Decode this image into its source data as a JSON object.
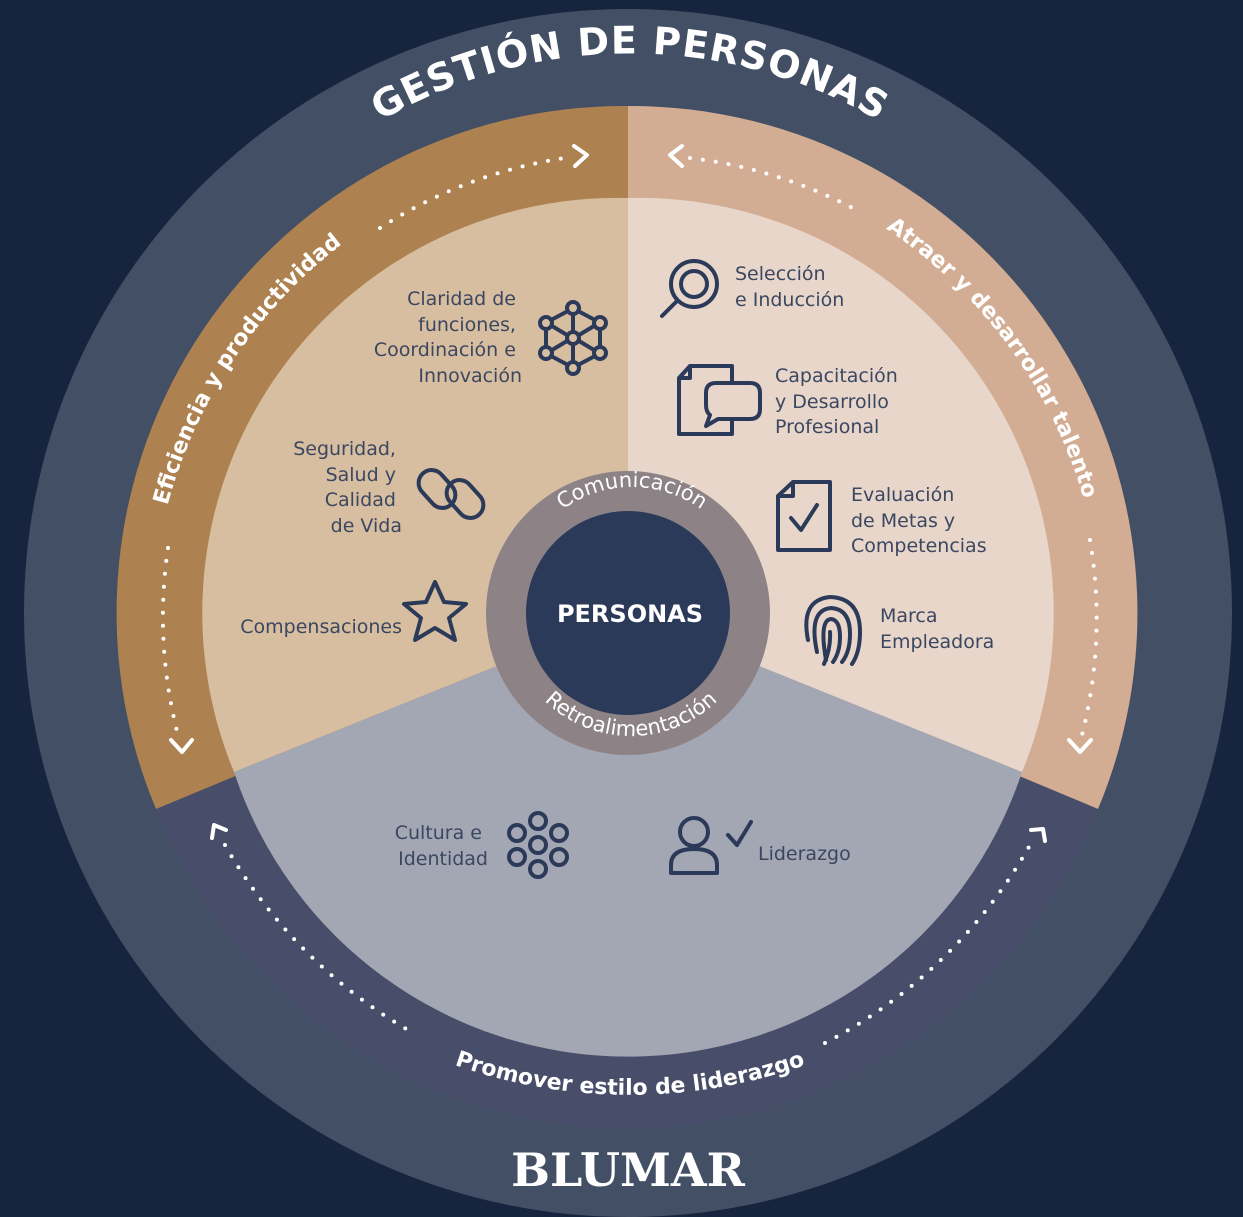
{
  "title": "GESTIÓN DE PERSONAS",
  "brand": "BLUMAR",
  "center": {
    "label": "PERSONAS",
    "ring_top": "Comunicación",
    "ring_bottom": "Retroalimentación"
  },
  "colors": {
    "background": "#17243d",
    "outer_ring": "#424f65",
    "band_left": "#ad8150",
    "band_right": "#d2ad94",
    "band_bottom": "#484d69",
    "sector_left": "#d7bea0",
    "sector_right": "#e8d6ca",
    "sector_bottom": "#a3a6b3",
    "center_ring": "#8d8386",
    "center_core": "#2c3a59",
    "icon_stroke": "#2c3a59"
  },
  "segments": {
    "left": {
      "arc_label": "Eficiencia y productividad",
      "items": [
        {
          "icon": "network-nodes-icon",
          "lines": [
            "Claridad de",
            "funciones,",
            "Coordinación e",
            "Innovación"
          ]
        },
        {
          "icon": "chain-link-icon",
          "lines": [
            "Seguridad,",
            "Salud y",
            "Calidad",
            "de Vida"
          ]
        },
        {
          "icon": "star-icon",
          "lines": [
            "Compensaciones"
          ]
        }
      ]
    },
    "right": {
      "arc_label": "Atraer y desarrollar talento",
      "items": [
        {
          "icon": "magnifier-icon",
          "lines": [
            "Selección",
            "e Inducción"
          ]
        },
        {
          "icon": "document-chat-icon",
          "lines": [
            "Capacitación",
            "y Desarrollo",
            "Profesional"
          ]
        },
        {
          "icon": "checklist-document-icon",
          "lines": [
            "Evaluación",
            "de Metas y",
            "Competencias"
          ]
        },
        {
          "icon": "fingerprint-icon",
          "lines": [
            "Marca",
            "Empleadora"
          ]
        }
      ]
    },
    "bottom": {
      "arc_label": "Promover estilo de liderazgo",
      "items": [
        {
          "icon": "circle-cluster-icon",
          "lines": [
            "Cultura e",
            "Identidad"
          ]
        },
        {
          "icon": "person-check-icon",
          "lines": [
            "Liderazgo"
          ]
        }
      ]
    }
  }
}
